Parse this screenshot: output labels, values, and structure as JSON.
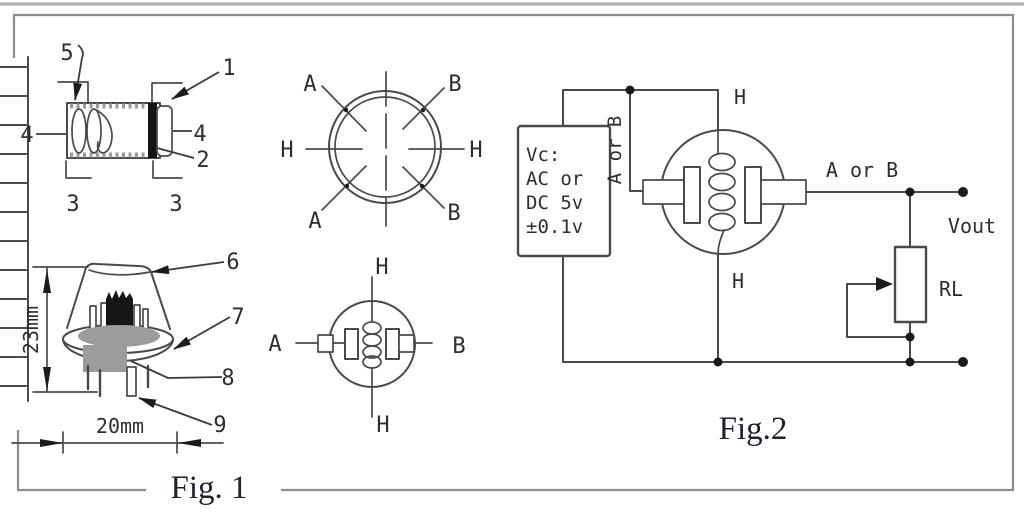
{
  "fig1": {
    "caption": "Fig. 1",
    "core": {
      "callout_5": "5",
      "callout_1": "1",
      "callout_4_left": "4",
      "callout_4_right": "4",
      "callout_2": "2",
      "callout_3_left": "3",
      "callout_3_right": "3"
    },
    "body": {
      "callout_6": "6",
      "callout_7": "7",
      "callout_8": "8",
      "callout_9": "9",
      "dim_height": "23mm",
      "dim_width": "20mm"
    },
    "pin_top": {
      "a_upper": "A",
      "b_upper": "B",
      "h_left": "H",
      "h_right": "H",
      "a_lower": "A",
      "b_lower": "B"
    },
    "pin_side": {
      "a": "A",
      "b": "B",
      "h_top": "H",
      "h_bottom": "H"
    }
  },
  "fig2": {
    "caption": "Fig.2",
    "supply": [
      "Vc:",
      "AC or",
      "DC 5v",
      "±0.1v"
    ],
    "branch_label": "A or B",
    "output_label": "A or B",
    "h_top": "H",
    "h_bottom": "H",
    "vout": "Vout",
    "rl": "RL"
  },
  "colors": {
    "drawing_line": "#4a4a4a",
    "frame_gray": "#8d8d8d",
    "fill_gray": "#9c9c9c",
    "fill_black": "#161616",
    "caption_ink": "#1d2130"
  }
}
